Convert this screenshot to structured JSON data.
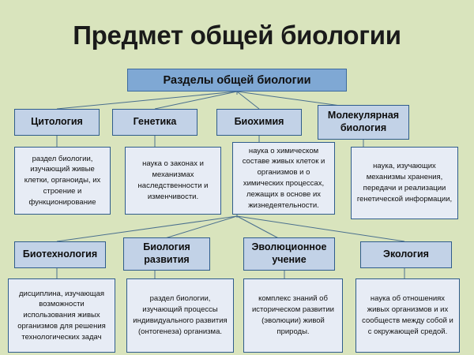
{
  "slide": {
    "title": "Предмет общей биологии",
    "background_color": "#d9e4bd",
    "root_node_color": "#7fa8d4",
    "category_node_color": "#c2d2e7",
    "description_node_color": "#e7ecf5",
    "border_color": "#2f5c8c"
  },
  "root": {
    "label": "Разделы общей биологии"
  },
  "row1": [
    {
      "title": "Цитология",
      "description": "раздел биологии, изучающий живые клетки, органоиды, их строение и функционирование"
    },
    {
      "title": "Генетика",
      "description": "наука о законах и механизмах наследственности и изменчивости."
    },
    {
      "title": "Биохимия",
      "description": "наука о химическом составе живых клеток и организмов и о химических процессах, лежащих в основе их жизнедеятельности."
    },
    {
      "title": "Молекулярная биология",
      "description": "наука, изучающих механизмы хранения, передачи и реализации генетической информации,"
    }
  ],
  "row2": [
    {
      "title": "Биотехнология",
      "description": "дисциплина, изучающая возможности использования живых организмов для решения технологических задач"
    },
    {
      "title": "Биология развития",
      "description": "раздел биологии, изучающий процессы индивидуального развития (онтогенеза) организма."
    },
    {
      "title": "Эволюционное учение",
      "description": "комплекс знаний об историческом развитии (эволюции) живой природы."
    },
    {
      "title": "Экология",
      "description": "наука об отношениях живых организмов и их сообществ между собой и с окружающей средой."
    }
  ]
}
